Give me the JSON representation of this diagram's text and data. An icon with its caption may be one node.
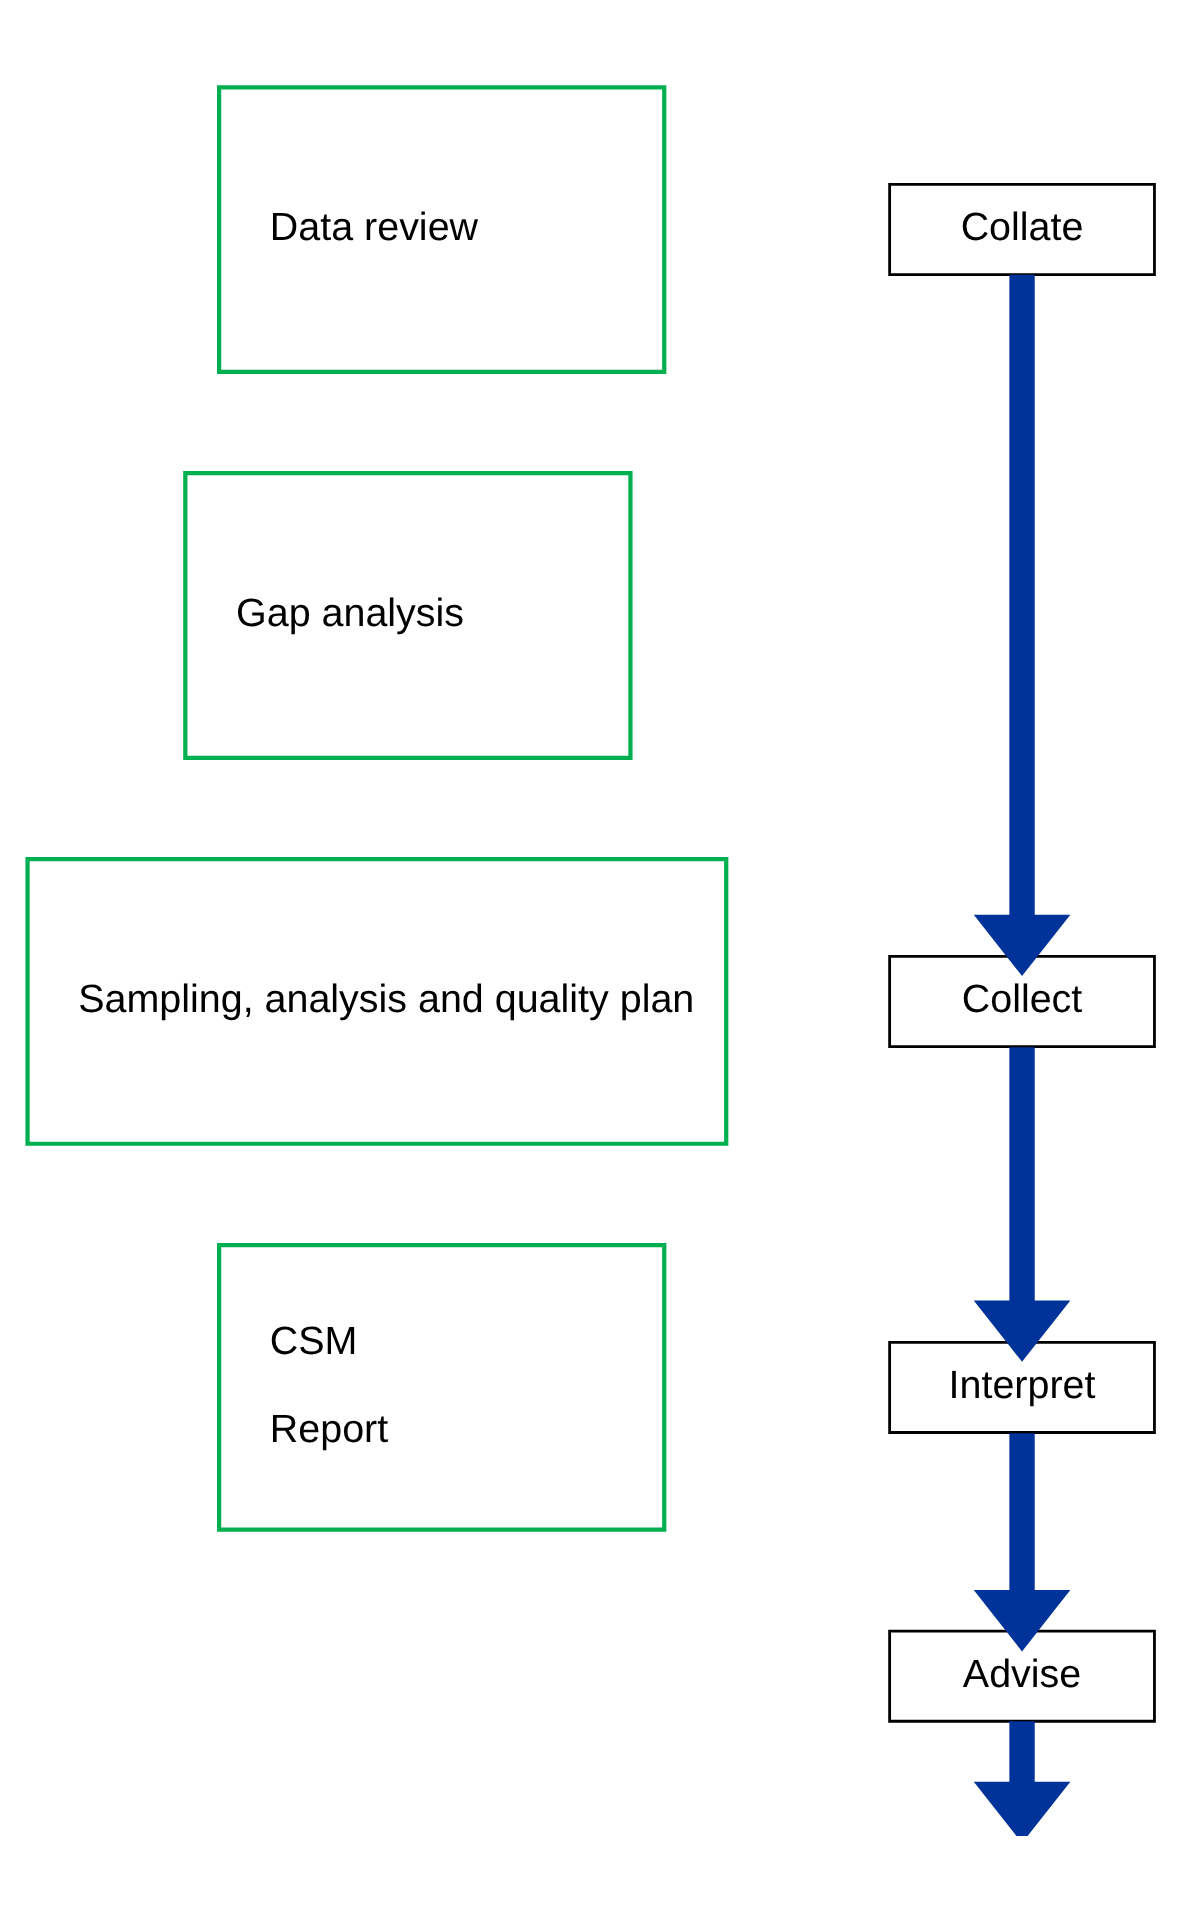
{
  "diagram": {
    "nodes": [
      {
        "text": [
          "Data review"
        ]
      },
      {
        "text": [
          "Gap analysis"
        ]
      },
      {
        "text": [
          "Sampling, analysis and quality plan"
        ]
      },
      {
        "text": [
          "CSM",
          "Report"
        ]
      },
      {
        "text": [
          "Collate"
        ]
      },
      {
        "text": [
          "Collect"
        ]
      },
      {
        "text": [
          "Interpret"
        ]
      },
      {
        "text": [
          "Advise"
        ]
      }
    ],
    "edges": [
      {
        "from": 4,
        "to": 5,
        "arrow": "to"
      },
      {
        "from": 5,
        "to": 6,
        "arrow": "to"
      },
      {
        "from": 6,
        "to": 7,
        "arrow": "to"
      },
      {
        "from": 7,
        "to": null,
        "arrow": "to"
      }
    ]
  }
}
